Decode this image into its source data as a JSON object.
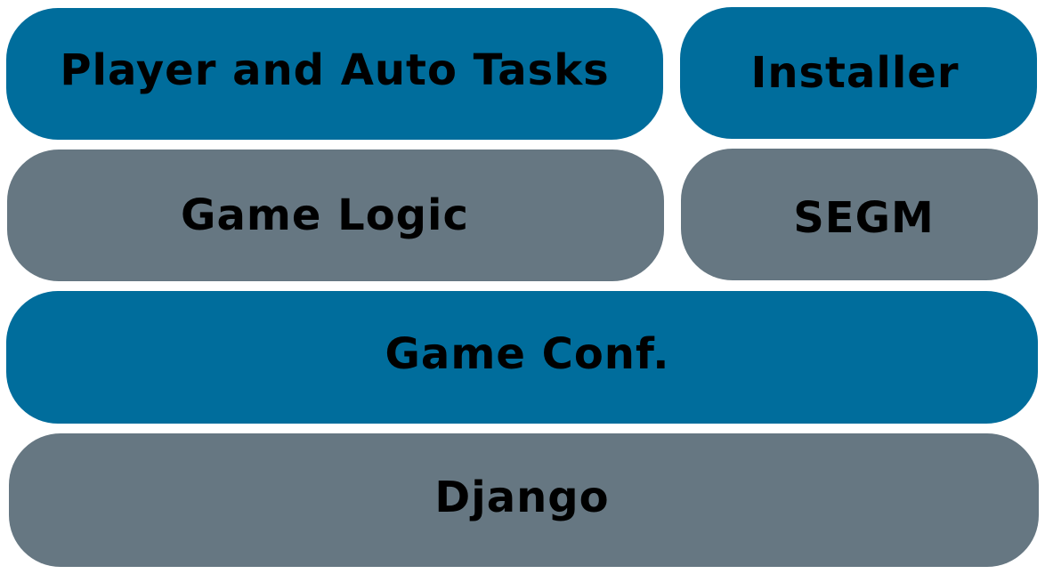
{
  "diagram": {
    "colors": {
      "primary_blue": "#006d9c",
      "slate_gray": "#667782",
      "text": "#000000",
      "background": "#ffffff"
    },
    "layers": [
      {
        "id": "player",
        "label": "Player and Auto Tasks",
        "color": "primary_blue"
      },
      {
        "id": "installer",
        "label": "Installer",
        "color": "primary_blue"
      },
      {
        "id": "logic",
        "label": "Game Logic",
        "color": "slate_gray"
      },
      {
        "id": "segm",
        "label": "SEGM",
        "color": "slate_gray"
      },
      {
        "id": "conf",
        "label": "Game Conf.",
        "color": "primary_blue"
      },
      {
        "id": "django",
        "label": "Django",
        "color": "slate_gray"
      }
    ]
  }
}
